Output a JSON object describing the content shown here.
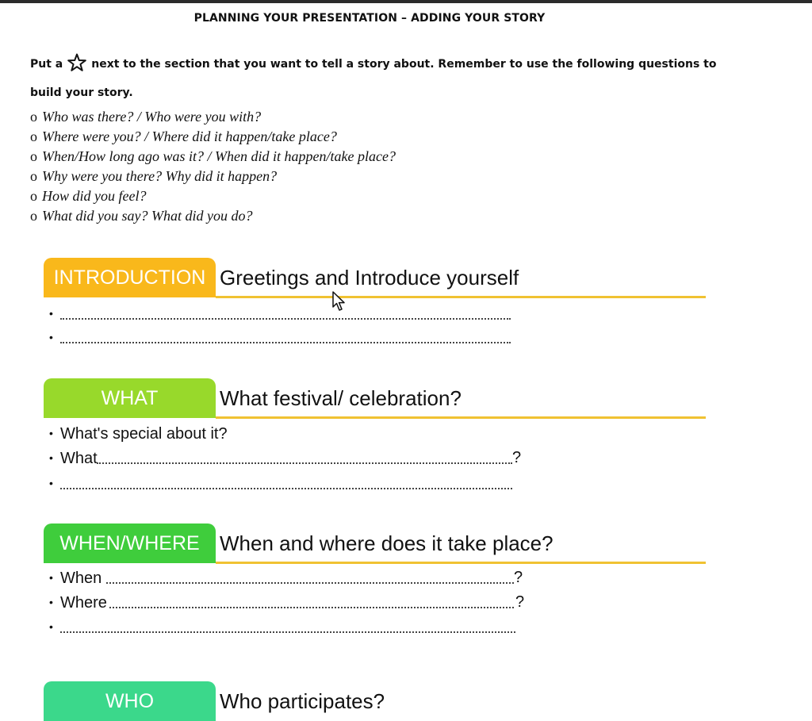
{
  "title": "PLANNING YOUR PRESENTATION – ADDING YOUR STORY",
  "instruction": {
    "before_star": "Put a",
    "after_star": "next to the section that you want to tell a story about. Remember to use the following questions to build your story."
  },
  "questions": [
    "Who was there? / Who were you with?",
    "Where were you? / Where did it happen/take place?",
    "When/How long ago was it? / When did it happen/take place?",
    "Why were you there? Why did it happen?",
    "How did you feel?",
    "What did you say? What did you do?"
  ],
  "question_bullet": "o",
  "sections": [
    {
      "label": "INTRODUCTION",
      "heading": "Greetings and Introduce yourself",
      "color": "#f9b81b",
      "lines": [
        "",
        ""
      ]
    },
    {
      "label": "WHAT",
      "heading": "What festival/ celebration?",
      "color": "#98d92b",
      "lines": [
        "What's special about it?",
        "What",
        ""
      ]
    },
    {
      "label": "WHEN/WHERE",
      "heading": "When and where does it take place?",
      "color": "#3fcd3c",
      "lines": [
        "When",
        "Where",
        ""
      ]
    },
    {
      "label": "WHO",
      "heading": "Who participates?",
      "color": "#3bd88b",
      "lines": []
    }
  ],
  "bullet": "•",
  "question_mark": "?",
  "colors": {
    "rule": "#f0c232",
    "topbar": "#2b2b2b"
  }
}
